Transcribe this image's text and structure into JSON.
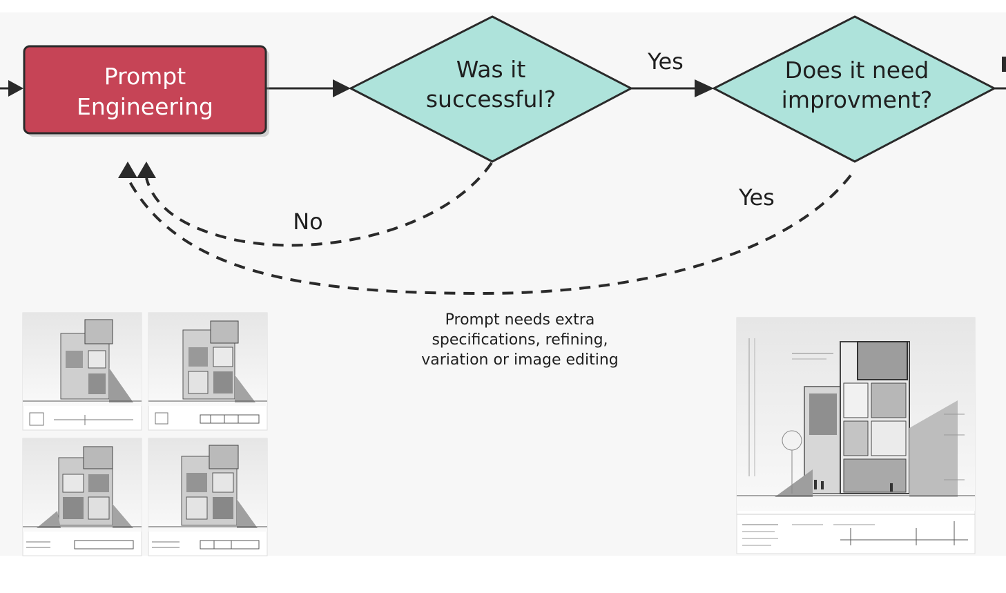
{
  "nodes": {
    "prompt_engineering": {
      "line1": "Prompt",
      "line2": "Engineering",
      "fill": "#c64456",
      "stroke": "#2a2a2a"
    },
    "was_successful": {
      "line1": "Was it",
      "line2": "successful?",
      "fill": "#aee3db",
      "stroke": "#2a2a2a"
    },
    "needs_improvement": {
      "line1": "Does it need",
      "line2": "improvment?",
      "fill": "#aee3db",
      "stroke": "#2a2a2a"
    }
  },
  "edges": {
    "yes_top": "Yes",
    "no_loop": "No",
    "yes_loop": "Yes"
  },
  "note": {
    "line1": "Prompt needs extra",
    "line2": "specifications, refining,",
    "line3": "variation or image editing"
  },
  "colors": {
    "background": "#f7f7f7",
    "line": "#2a2a2a"
  },
  "images": {
    "left_grid": "architectural-renderings-grid-2x2",
    "right_single": "architectural-rendering-final"
  }
}
